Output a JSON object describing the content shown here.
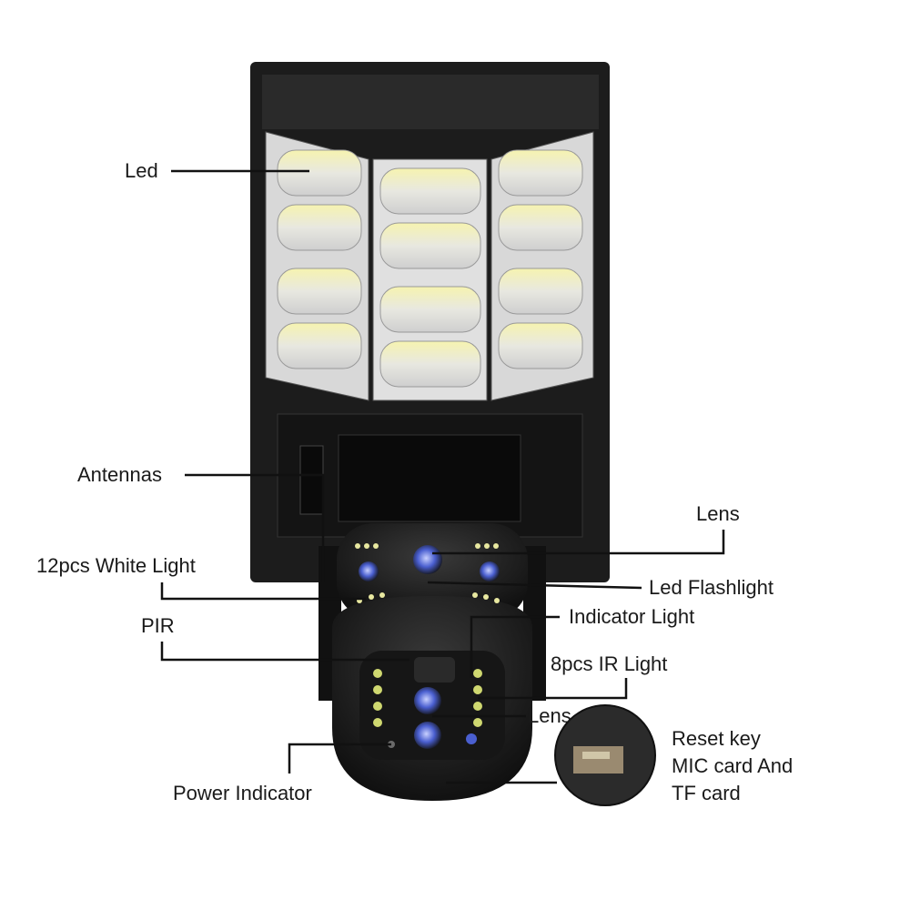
{
  "labels": {
    "led": "Led",
    "antennas": "Antennas",
    "white_light": "12pcs White Light",
    "pir": "PIR",
    "power_indicator": "Power Indicator",
    "lens_top": "Lens",
    "led_flashlight": "Led Flashlight",
    "indicator_light": "Indicator Light",
    "ir_light": "8pcs IR Light",
    "lens_bottom": "Lens",
    "reset_key": "Reset key",
    "mic_card": "MIC card And",
    "tf_card": "TF card"
  },
  "colors": {
    "housing": "#1c1c1c",
    "led_glow": "#f4f0a8",
    "lens_blue": "#4a5fd0",
    "line": "#111111"
  }
}
